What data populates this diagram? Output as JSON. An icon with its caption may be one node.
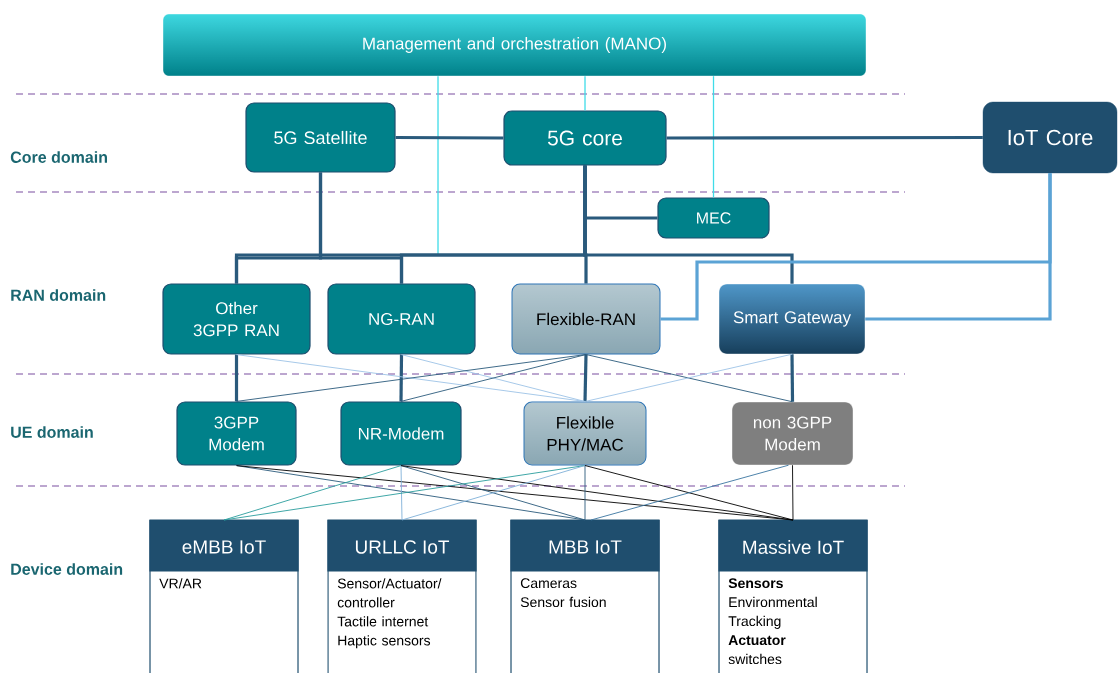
{
  "diagram": {
    "nodes": [
      {
        "text": [
          "Management and orchestration (MANO)"
        ]
      },
      {
        "text": [
          "5G Satellite"
        ]
      },
      {
        "text": [
          "5G core"
        ]
      },
      {
        "text": [
          "IoT Core"
        ]
      },
      {
        "text": [
          "MEC"
        ]
      },
      {
        "text": [
          "Other 3GPP RAN"
        ]
      },
      {
        "text": [
          "NG-RAN"
        ]
      },
      {
        "text": [
          "Flexible-RAN"
        ]
      },
      {
        "text": [
          "Smart Gateway"
        ]
      },
      {
        "text": [
          "3GPP Modem"
        ]
      },
      {
        "text": [
          "NR-Modem"
        ]
      },
      {
        "text": [
          "Flexible PHY/MAC"
        ]
      },
      {
        "text": [
          "non 3GPP Modem"
        ]
      },
      {
        "text": [
          "eMBB IoT",
          "VR/AR"
        ]
      },
      {
        "text": [
          "URLLC IoT",
          "Sensor/Actuator/controller",
          "Tactile internet",
          "Haptic sensors"
        ]
      },
      {
        "text": [
          "MBB IoT",
          "Cameras",
          "Sensor fusion"
        ]
      },
      {
        "text": [
          "Massive IoT",
          "**Sensors**",
          "Environmental",
          "Tracking",
          "**Actuator**",
          "switches"
        ]
      }
    ],
    "edges": [
      {
        "from": 0,
        "to": 6,
        "arrow": "none",
        "color": "#3fdce8"
      },
      {
        "from": 0,
        "to": 2,
        "arrow": "none",
        "color": "#3fdce8"
      },
      {
        "from": 0,
        "to": 4,
        "arrow": "none",
        "color": "#3fdce8"
      },
      {
        "from": 1,
        "to": 2,
        "arrow": "none",
        "style": "thick"
      },
      {
        "from": 2,
        "to": 3,
        "arrow": "none",
        "style": "thick"
      },
      {
        "from": 1,
        "to": 5,
        "arrow": "none",
        "style": "thick"
      },
      {
        "from": 1,
        "to": 6,
        "arrow": "none",
        "style": "thick"
      },
      {
        "from": 2,
        "to": 4,
        "arrow": "none",
        "style": "thick"
      },
      {
        "from": 2,
        "to": 5,
        "arrow": "none",
        "style": "thick"
      },
      {
        "from": 2,
        "to": 6,
        "arrow": "none",
        "style": "thick"
      },
      {
        "from": 2,
        "to": 7,
        "arrow": "none",
        "style": "thick"
      },
      {
        "from": 2,
        "to": 8,
        "arrow": "none",
        "style": "thick"
      },
      {
        "from": 3,
        "to": 7,
        "arrow": "none",
        "style": "thick",
        "color": "#5ba3d5"
      },
      {
        "from": 3,
        "to": 8,
        "arrow": "none",
        "style": "thick",
        "color": "#5ba3d5"
      },
      {
        "from": 5,
        "to": 9,
        "arrow": "none",
        "style": "thick"
      },
      {
        "from": 6,
        "to": 10,
        "arrow": "none",
        "style": "thick"
      },
      {
        "from": 7,
        "to": 11,
        "arrow": "none",
        "style": "thick"
      },
      {
        "from": 8,
        "to": 12,
        "arrow": "none",
        "style": "thick"
      },
      {
        "from": 5,
        "to": 11,
        "arrow": "none",
        "color": "#9dc3e6"
      },
      {
        "from": 6,
        "to": 11,
        "arrow": "none",
        "color": "#9dc3e6"
      },
      {
        "from": 7,
        "to": 9,
        "arrow": "none"
      },
      {
        "from": 7,
        "to": 10,
        "arrow": "none"
      },
      {
        "from": 7,
        "to": 12,
        "arrow": "none"
      },
      {
        "from": 8,
        "to": 11,
        "arrow": "none",
        "color": "#9dc3e6"
      },
      {
        "from": 9,
        "to": 15,
        "arrow": "none"
      },
      {
        "from": 9,
        "to": 16,
        "arrow": "none",
        "color": "#000000"
      },
      {
        "from": 10,
        "to": 13,
        "arrow": "none",
        "color": "#2a9d9d"
      },
      {
        "from": 10,
        "to": 14,
        "arrow": "none",
        "color": "#7fb0d8"
      },
      {
        "from": 10,
        "to": 15,
        "arrow": "none"
      },
      {
        "from": 10,
        "to": 16,
        "arrow": "none",
        "color": "#000000"
      },
      {
        "from": 11,
        "to": 13,
        "arrow": "none",
        "color": "#2a9d9d"
      },
      {
        "from": 11,
        "to": 14,
        "arrow": "none",
        "color": "#7fb0d8"
      },
      {
        "from": 11,
        "to": 15,
        "arrow": "none"
      },
      {
        "from": 11,
        "to": 16,
        "arrow": "none",
        "color": "#000000"
      },
      {
        "from": 12,
        "to": 15,
        "arrow": "none",
        "color": "#3a75a0"
      },
      {
        "from": 12,
        "to": 16,
        "arrow": "none",
        "color": "#000000"
      }
    ],
    "labels": [
      "Core domain",
      "RAN domain",
      "UE domain",
      "Device domain"
    ]
  }
}
